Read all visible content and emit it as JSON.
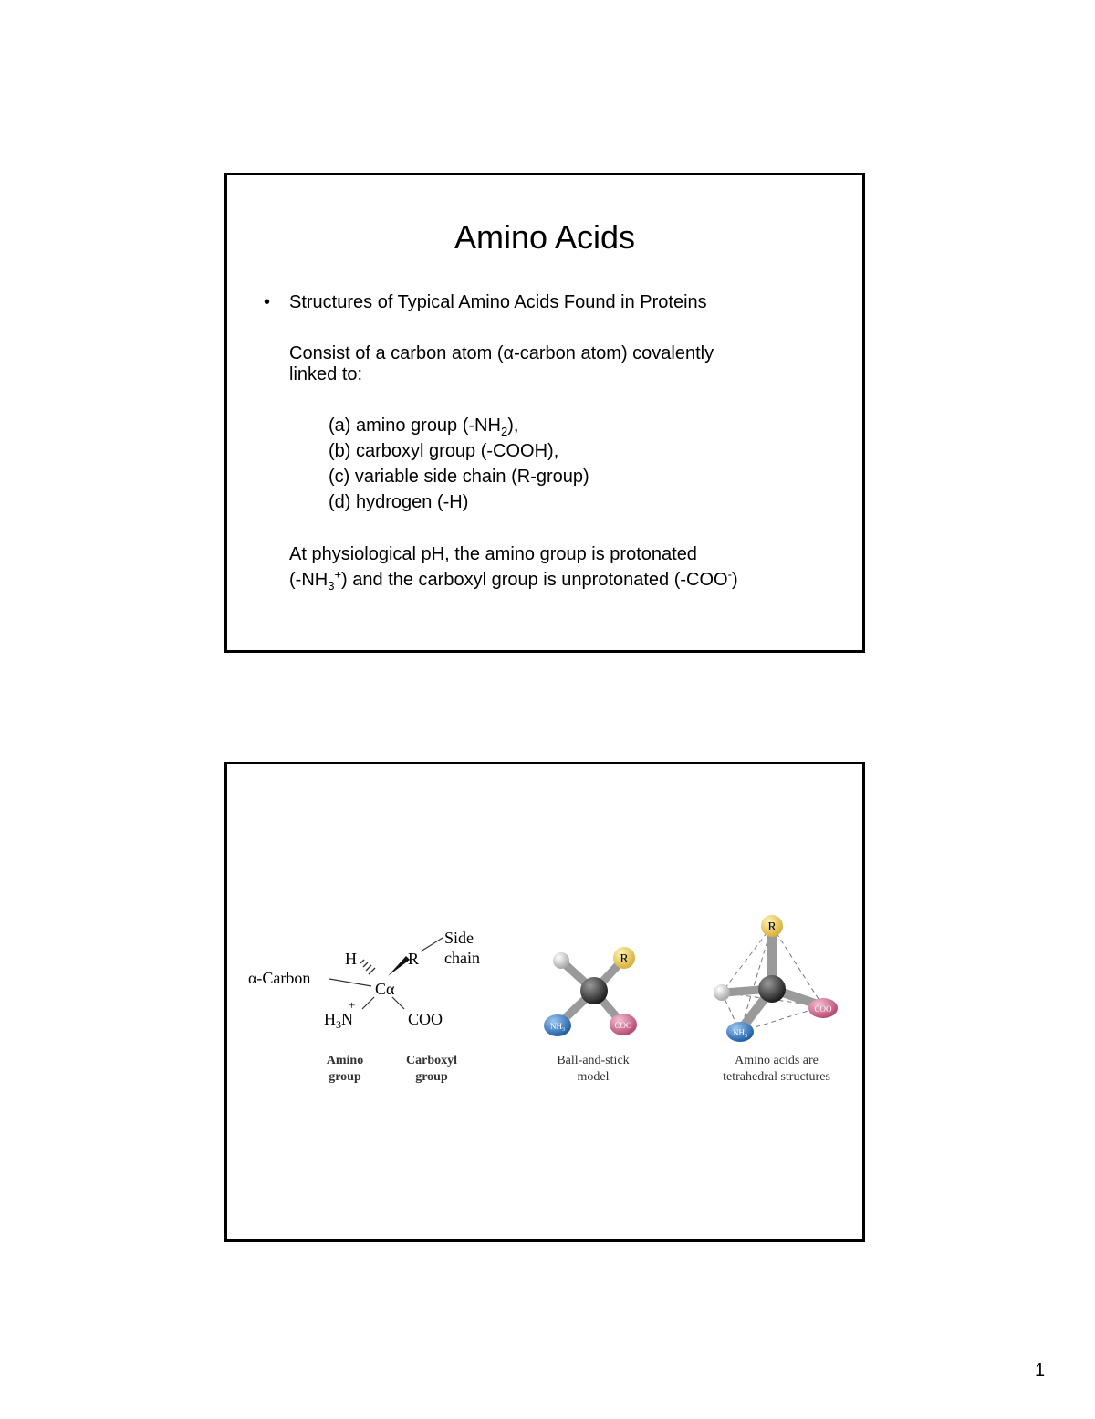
{
  "slide1": {
    "title": "Amino Acids",
    "bullet_symbol": "•",
    "bullet_text": "Structures of Typical Amino Acids Found in Proteins",
    "consist_line1": "Consist of a carbon atom (α-carbon atom) covalently",
    "consist_line2": "linked to:",
    "items": [
      {
        "pre": "(a) amino group (-NH",
        "sub": "2",
        "post": "),"
      },
      {
        "text": "(b) carboxyl group (-COOH),"
      },
      {
        "text": "(c) variable side chain (R-group)"
      },
      {
        "text": "(d) hydrogen (-H)"
      }
    ],
    "ph_line1": "At physiological pH, the amino group is protonated",
    "ph_line2": {
      "pre": "(-NH",
      "sub": "3",
      "sup": "+",
      "mid": ") and the carboxyl group is unprotonated (-COO",
      "sup2": "-",
      "post": ")"
    }
  },
  "slide2": {
    "structural": {
      "alpha_carbon": "α-Carbon",
      "h": "H",
      "r": "R",
      "side": "Side",
      "chain": "chain",
      "c": "C",
      "alpha": "α",
      "plus": "+",
      "h3n_h": "H",
      "h3n_3": "3",
      "h3n_n": "N",
      "coo": "COO",
      "coo_minus": "−",
      "amino_line1": "Amino",
      "amino_line2": "group",
      "carboxyl_line1": "Carboxyl",
      "carboxyl_line2": "group"
    },
    "ball_stick": {
      "r": "R",
      "nh3": "NH",
      "nh3_sub": "3",
      "coo": "COO",
      "caption_line1": "Ball-and-stick",
      "caption_line2": "model"
    },
    "tetrahedral": {
      "r": "R",
      "nh3": "NH",
      "nh3_sub": "3",
      "coo": "COO",
      "caption_line1": "Amino acids are",
      "caption_line2": "tetrahedral structures"
    },
    "colors": {
      "r_ball": "#f0cf5a",
      "nh3_ball": "#3a7fc8",
      "coo_ball": "#d46a8e",
      "h_ball": "#d8d8d8",
      "carbon_ball": "#3a3a3a",
      "stick": "#9a9a9a"
    }
  },
  "page_number": "1"
}
